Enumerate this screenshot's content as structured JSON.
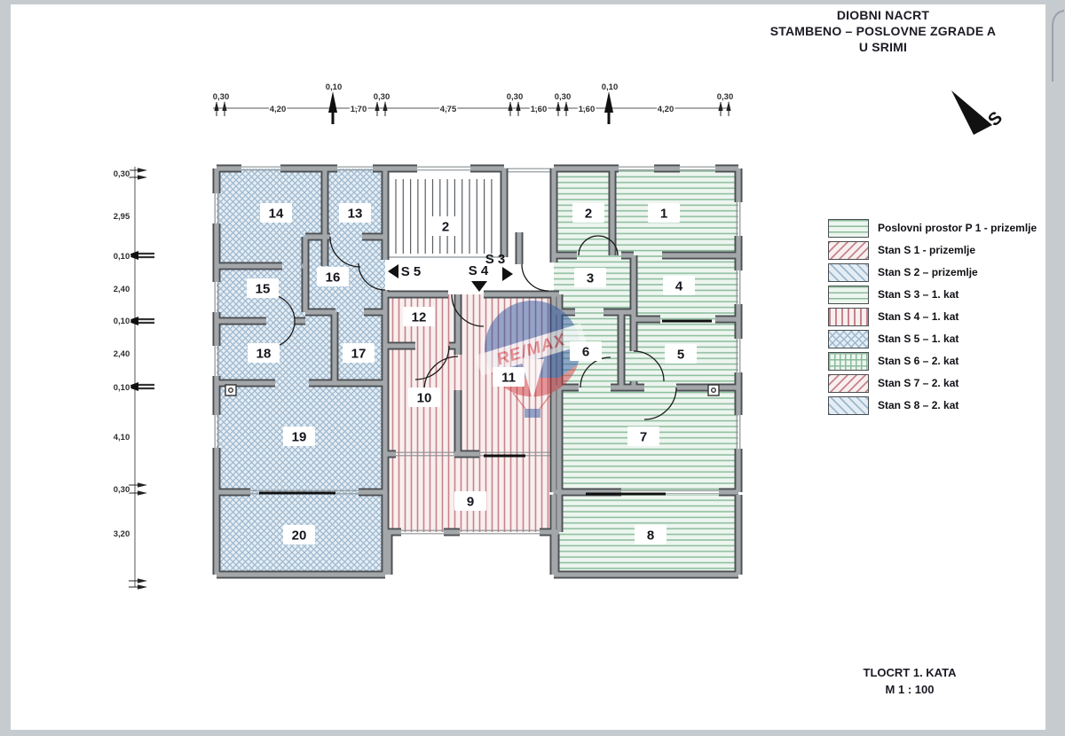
{
  "page": {
    "title_lines": [
      "DIOBNI NACRT",
      "STAMBENO – POSLOVNE ZGRADE A",
      "U SRIMI"
    ],
    "footer_lines": [
      "TLOCRT 1. KATA",
      "M 1 : 100"
    ],
    "north_label": "S"
  },
  "legend": {
    "items": [
      {
        "label": "Poslovni prostor P 1 - prizemlje",
        "pattern": "green-h"
      },
      {
        "label": "Stan S 1 - prizemlje",
        "pattern": "red-d"
      },
      {
        "label": "Stan S 2 – prizemlje",
        "pattern": "blue-d"
      },
      {
        "label": "Stan S 3 – 1. kat",
        "pattern": "green-h"
      },
      {
        "label": "Stan S 4 – 1. kat",
        "pattern": "red-v"
      },
      {
        "label": "Stan S 5 – 1. kat",
        "pattern": "blue-x"
      },
      {
        "label": "Stan S 6 – 2. kat",
        "pattern": "green-grid"
      },
      {
        "label": "Stan S 7 – 2. kat",
        "pattern": "red-d"
      },
      {
        "label": "Stan S 8 – 2. kat",
        "pattern": "blue-d"
      }
    ]
  },
  "plan": {
    "rooms": {
      "r1": "1",
      "r2": "2",
      "r3": "3",
      "r4": "4",
      "r5": "5",
      "r6": "6",
      "r7": "7",
      "r8": "8",
      "r9": "9",
      "r10": "10",
      "r11": "11",
      "r12": "12",
      "r13": "13",
      "r14": "14",
      "r15": "15",
      "r16": "16",
      "r17": "17",
      "r18": "18",
      "r19": "19",
      "r20": "20",
      "stair": "2"
    },
    "entries": {
      "s3": "S 3",
      "s4": "S 4",
      "s5": "S 5"
    }
  },
  "dimensions": {
    "top": [
      "0,30",
      "4,20",
      "0,10",
      "1,70",
      "0,30",
      "4,75",
      "0,30",
      "1,60",
      "0,30",
      "1,60",
      "0,10",
      "4,20",
      "0,30"
    ],
    "left": [
      "0,30",
      "2,95",
      "0,10",
      "2,40",
      "0,10",
      "2,40",
      "0,10",
      "4,10",
      "0,30",
      "3,20"
    ]
  },
  "watermark": {
    "text": "RE/MAX"
  },
  "colors": {
    "wall": "#a3a7aa",
    "wall_edge": "#4b4e52",
    "green_line": "#8abb9b",
    "green_bg": "#edf5ef",
    "red_line": "#c5848b",
    "red_bg": "#f9efef",
    "blue_line": "#9db7cd",
    "blue_bg": "#e4edf5",
    "wm_blue": "#27519f",
    "wm_red": "#cf3339"
  }
}
